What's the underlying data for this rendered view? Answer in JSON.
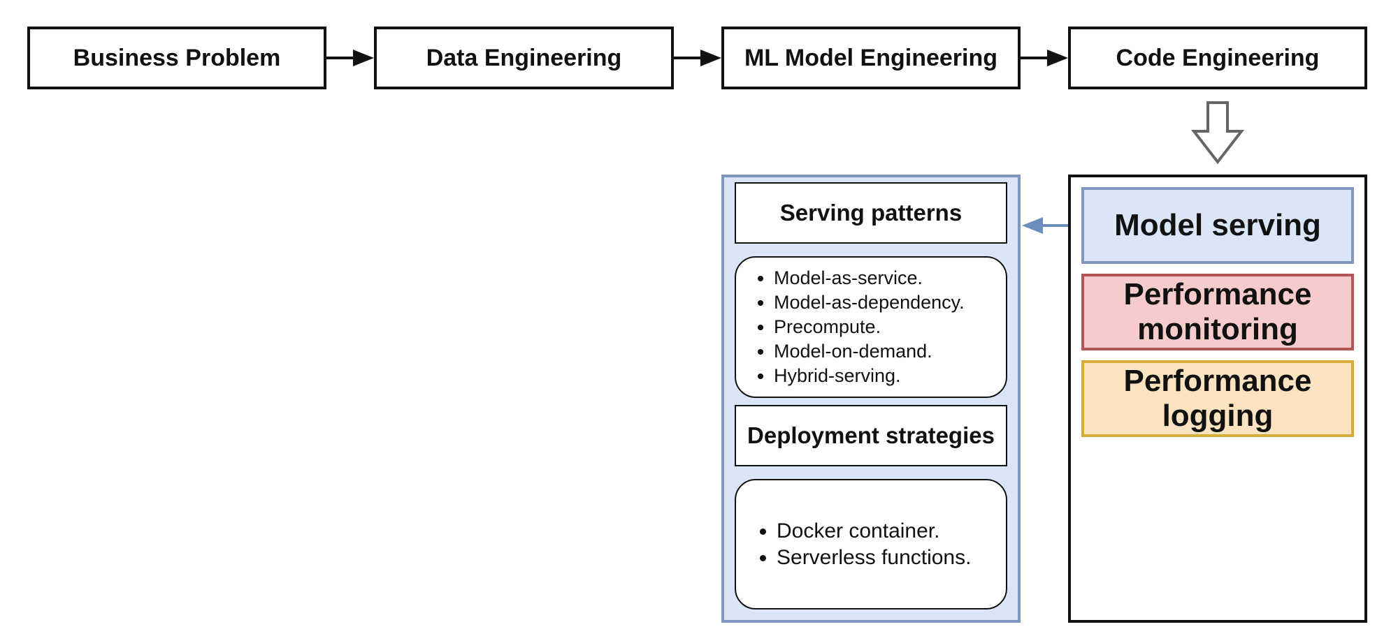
{
  "pipeline": {
    "steps": [
      {
        "label": "Business Problem"
      },
      {
        "label": "Data Engineering"
      },
      {
        "label": "ML Model Engineering"
      },
      {
        "label": "Code Engineering"
      }
    ]
  },
  "deployment_panel": {
    "serving_patterns": {
      "title": "Serving patterns",
      "items": [
        "Model-as-service.",
        "Model-as-dependency.",
        "Precompute.",
        "Model-on-demand.",
        "Hybrid-serving."
      ]
    },
    "deployment_strategies": {
      "title": "Deployment strategies",
      "items": [
        "Docker container.",
        "Serverless functions."
      ]
    }
  },
  "code_engineering_phase": {
    "items": [
      {
        "label": "Model serving"
      },
      {
        "label": "Performance monitoring"
      },
      {
        "label": "Performance logging"
      }
    ]
  },
  "colors": {
    "serving_fill": "#dae5f7",
    "serving_border": "#7f97bf",
    "monitoring_fill": "#f6cbcb",
    "monitoring_border": "#b25557",
    "logging_fill": "#fbe3bf",
    "logging_border": "#d4ac3a"
  }
}
